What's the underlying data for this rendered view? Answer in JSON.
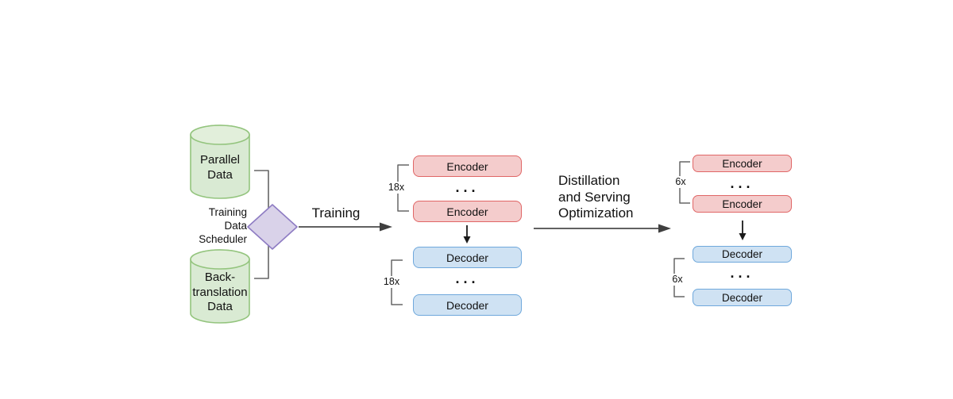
{
  "palette": {
    "green_fill": "#d9ead3",
    "green_fill_top": "#e2efdb",
    "green_stroke": "#93c47d",
    "purple_fill": "#d9d2e9",
    "purple_stroke": "#8e7cc3",
    "red_fill": "#f4cccc",
    "red_stroke": "#e06666",
    "blue_fill": "#cfe2f3",
    "blue_stroke": "#6fa8dc",
    "arrow_gray": "#616161",
    "arrow_head_gray": "#3f3f3f",
    "arrow_black": "#1a1a1a",
    "bracket_gray": "#666666",
    "text": "#111111",
    "background": "#ffffff"
  },
  "sources": {
    "parallel_data": "Parallel\nData",
    "back_translation": "Back-\ntranslation\nData",
    "scheduler": "Training\nData\nScheduler"
  },
  "arrows": {
    "training": "Training",
    "distillation": "Distillation\nand Serving\nOptimization"
  },
  "teacher": {
    "encoders": [
      "Encoder",
      "Encoder"
    ],
    "decoders": [
      "Decoder",
      "Decoder"
    ],
    "encoder_count": "18x",
    "decoder_count": "18x"
  },
  "student": {
    "encoders": [
      "Encoder",
      "Encoder"
    ],
    "decoders": [
      "Decoder",
      "Decoder"
    ],
    "encoder_count": "6x",
    "decoder_count": "6x"
  },
  "glyphs": {
    "ellipsis": "..."
  }
}
